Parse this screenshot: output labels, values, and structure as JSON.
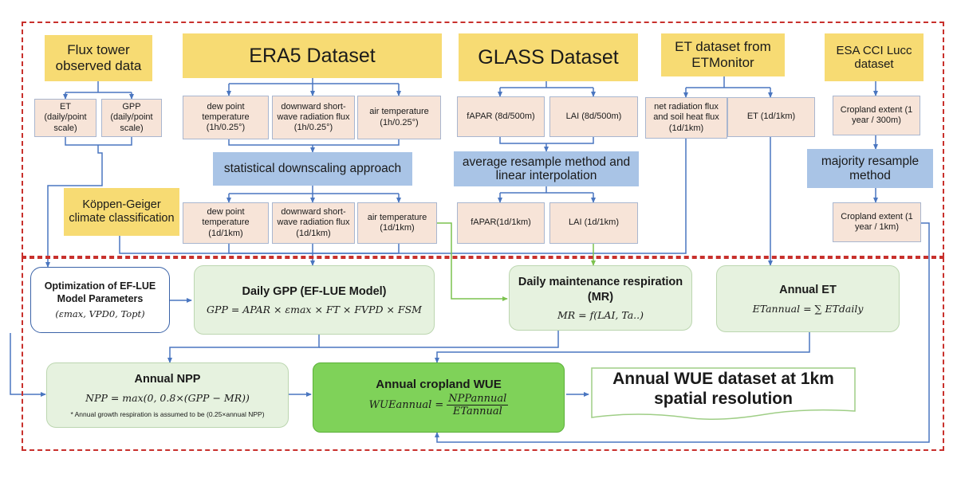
{
  "sources": {
    "flux": "Flux tower observed data",
    "era5": "ERA5 Dataset",
    "glass": "GLASS Dataset",
    "etmonitor": "ET dataset from ETMonitor",
    "esa": "ESA CCI Lucc dataset",
    "koppen": "Köppen-Geiger climate classification"
  },
  "inputs": {
    "flux_et": "ET (daily/point scale)",
    "flux_gpp": "GPP (daily/point scale)",
    "era5_dew": "dew point temperature (1h/0.25°)",
    "era5_swr": "downward short-wave radiation flux (1h/0.25°)",
    "era5_air": "air temperature (1h/0.25°)",
    "glass_fapar": "fAPAR (8d/500m)",
    "glass_lai": "LAI (8d/500m)",
    "etm_rad": "net radiation flux and soil heat flux (1d/1km)",
    "etm_et": "ET (1d/1km)",
    "esa_crop": "Cropland extent (1 year / 300m)",
    "ds_dew": "dew point temperature (1d/1km)",
    "ds_swr": "downward short-wave radiation flux (1d/1km)",
    "ds_air": "air temperature (1d/1km)",
    "gl_fapar": "fAPAR(1d/1km)",
    "gl_lai": "LAI (1d/1km)",
    "esa_crop2": "Cropland extent (1 year / 1km)"
  },
  "methods": {
    "downscale": "statistical downscaling approach",
    "resample": "average resample method and  linear interpolation",
    "majority": "majority resample method"
  },
  "process": {
    "opt_title": "Optimization of EF-LUE Model Parameters",
    "opt_formula": "(εmax, VPD0, Topt)",
    "gpp_title": "Daily GPP (EF-LUE Model)",
    "gpp_formula": "GPP = APAR × εmax × FT × FVPD × FSM",
    "mr_title": "Daily maintenance respiration (MR)",
    "mr_formula": "MR = f(LAI, Ta..)",
    "et_title": "Annual ET",
    "et_formula": "ETannual = ∑ ETdaily",
    "npp_title": "Annual NPP",
    "npp_formula": "NPP = max(0, 0.8×(GPP − MR))",
    "npp_note": "* Annual growth respiration is assumed to be (0.25×annual NPP)",
    "wue_title": "Annual cropland WUE",
    "wue_lhs": "WUEannual =",
    "wue_num": "NPPannual",
    "wue_den": "ETannual",
    "output": "Annual WUE dataset at 1km spatial resolution"
  },
  "colors": {
    "banner": "#f7db73",
    "input": "#f7e4d8",
    "method": "#a9c4e6",
    "process": "#e6f2df",
    "wue": "#7fd259",
    "blue_line": "#4a76c0",
    "green_line": "#7cc24e",
    "dashed_border": "#c8302c"
  }
}
